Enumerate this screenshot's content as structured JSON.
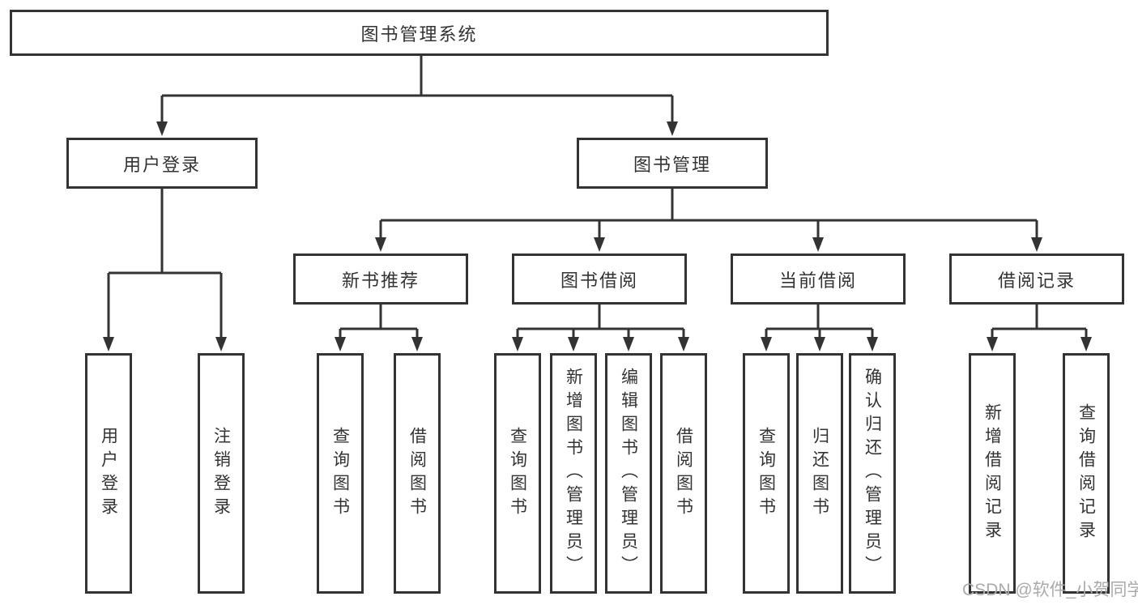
{
  "diagram_type": "functional-structure-tree",
  "colors": {
    "line": "#333333",
    "text": "#333333",
    "background": "#ffffff",
    "watermark": "#aaaaaa"
  },
  "tree": {
    "label": "图书管理系统",
    "children": [
      {
        "label": "用户登录",
        "children": [
          {
            "label": "用户登录"
          },
          {
            "label": "注销登录"
          }
        ]
      },
      {
        "label": "图书管理",
        "children": [
          {
            "label": "新书推荐",
            "children": [
              {
                "label": "查询图书"
              },
              {
                "label": "借阅图书"
              }
            ]
          },
          {
            "label": "图书借阅",
            "children": [
              {
                "label": "查询图书"
              },
              {
                "label": "新增图书（管理员）"
              },
              {
                "label": "编辑图书（管理员）"
              },
              {
                "label": "借阅图书"
              }
            ]
          },
          {
            "label": "当前借阅",
            "children": [
              {
                "label": "查询图书"
              },
              {
                "label": "归还图书"
              },
              {
                "label": "确认归还（管理员）"
              }
            ]
          },
          {
            "label": "借阅记录",
            "children": [
              {
                "label": "新增借阅记录"
              },
              {
                "label": "查询借阅记录"
              }
            ]
          }
        ]
      }
    ]
  },
  "watermark": {
    "text": "CSDN @软件_小贺同学"
  }
}
